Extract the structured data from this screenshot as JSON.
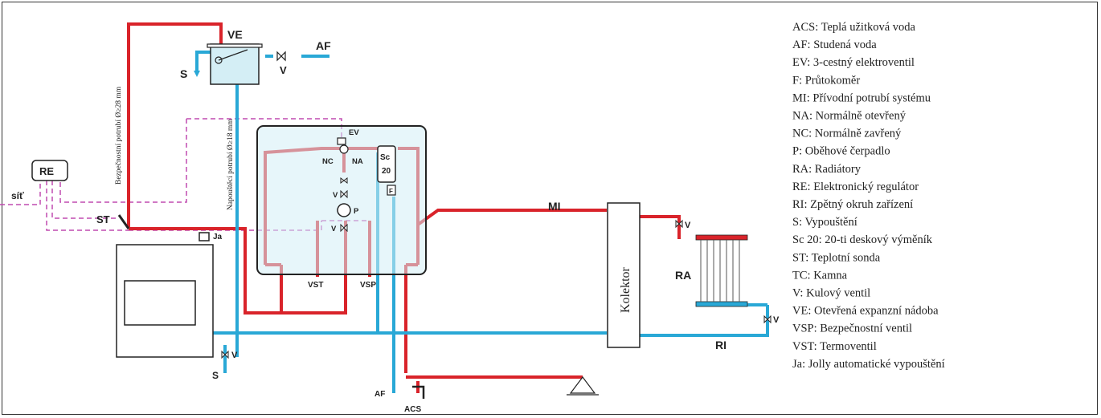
{
  "labels": {
    "VE": "VE",
    "AF_top": "AF",
    "S_top": "S",
    "V_top": "V",
    "RE": "RE",
    "sit": "síť",
    "ST": "ST",
    "Ja": "Ja",
    "EV": "EV",
    "NC": "NC",
    "NA": "NA",
    "V_mid": "V",
    "P": "P",
    "V_pump": "V",
    "Sc": "Sc",
    "Sc_num": "20",
    "F": "F",
    "VST": "VST",
    "VSP": "VSP",
    "V_bottom": "V",
    "S_bottom": "S",
    "AF_bottom": "AF",
    "ACS": "ACS",
    "MI": "MI",
    "RI": "RI",
    "Kolektor": "Kolektor",
    "RA": "RA",
    "V_ra_top": "V",
    "V_ra_bottom": "V"
  },
  "pipe_notes": {
    "safety": "Bezpečnostní potrubí Ø≥28 mm",
    "fill": "Napouštěcí potrubí Ø≥18 mm"
  },
  "legend": [
    {
      "code": "ACS:",
      "text": "Teplá užitková voda"
    },
    {
      "code": "AF:",
      "text": "Studená voda"
    },
    {
      "code": "EV:",
      "text": "3-cestný elektroventil"
    },
    {
      "code": "F:",
      "text": "Průtokoměr"
    },
    {
      "code": "MI:",
      "text": "Přívodní potrubí systému"
    },
    {
      "code": "NA:",
      "text": "Normálně otevřený"
    },
    {
      "code": "NC:",
      "text": "Normálně zavřený"
    },
    {
      "code": "P:",
      "text": "Oběhové čerpadlo"
    },
    {
      "code": "RA:",
      "text": "Radiátory"
    },
    {
      "code": "RE:",
      "text": "Elektronický regulátor"
    },
    {
      "code": "RI:",
      "text": "Zpětný okruh zařízení"
    },
    {
      "code": "S:",
      "text": "Vypouštění"
    },
    {
      "code": "Sc 20:",
      "text": "20-ti deskový výměník"
    },
    {
      "code": "ST:",
      "text": "Teplotní sonda"
    },
    {
      "code": "TC:",
      "text": "Kamna"
    },
    {
      "code": "V:",
      "text": "Kulový ventil"
    },
    {
      "code": "VE:",
      "text": "Otevřená expanzní nádoba"
    },
    {
      "code": "VSP:",
      "text": "Bezpečnostní ventil"
    },
    {
      "code": "VST:",
      "text": "Termoventil"
    },
    {
      "code": "Ja:",
      "text": "Jolly automatické vypouštění"
    }
  ],
  "colors": {
    "hot": "#d9232a",
    "cold": "#29a8d6",
    "signal": "#c04bb0",
    "box": "#d4eef5",
    "dark": "#222222"
  }
}
